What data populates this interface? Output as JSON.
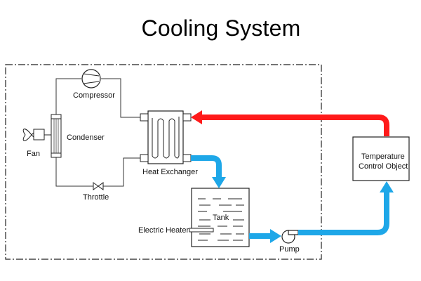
{
  "title": "Cooling System",
  "labels": {
    "compressor": "Compressor",
    "condenser": "Condenser",
    "fan": "Fan",
    "throttle": "Throttle",
    "heat_exchanger": "Heat Exchanger",
    "tank": "Tank",
    "electric_heater": "Electric Heater",
    "pump": "Pump",
    "temp_object_line1": "Temperature",
    "temp_object_line2": "Control Object"
  },
  "colors": {
    "hot_flow": "#ff1a1a",
    "cold_flow": "#1ea7e8",
    "line": "#222222"
  }
}
